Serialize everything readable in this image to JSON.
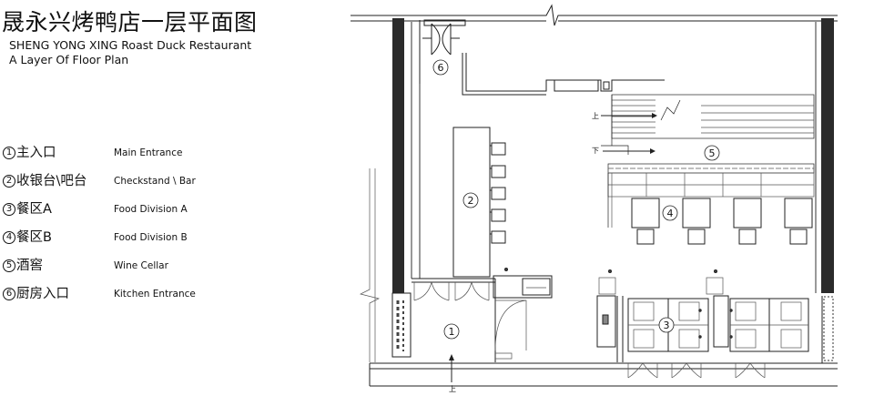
{
  "title": {
    "cn": "晟永兴烤鸭店一层平面图",
    "en_line1": "SHENG YONG XING Roast Duck Restaurant",
    "en_line2": "A Layer Of Floor Plan"
  },
  "legend": [
    {
      "num": "1",
      "cn": "主入口",
      "en": "Main Entrance"
    },
    {
      "num": "2",
      "cn": "收银台\\吧台",
      "en": "Checkstand \\ Bar"
    },
    {
      "num": "3",
      "cn": "餐区A",
      "en": "Food Division A"
    },
    {
      "num": "4",
      "cn": "餐区B",
      "en": "Food Division B"
    },
    {
      "num": "5",
      "cn": "酒窖",
      "en": "Wine Cellar"
    },
    {
      "num": "6",
      "cn": "厨房入口",
      "en": "Kitchen Entrance"
    }
  ],
  "plan": {
    "zone_labels": [
      "1",
      "2",
      "3",
      "4",
      "5",
      "6"
    ],
    "stair_up": "上",
    "stair_down": "下",
    "entrance_up": "上"
  }
}
